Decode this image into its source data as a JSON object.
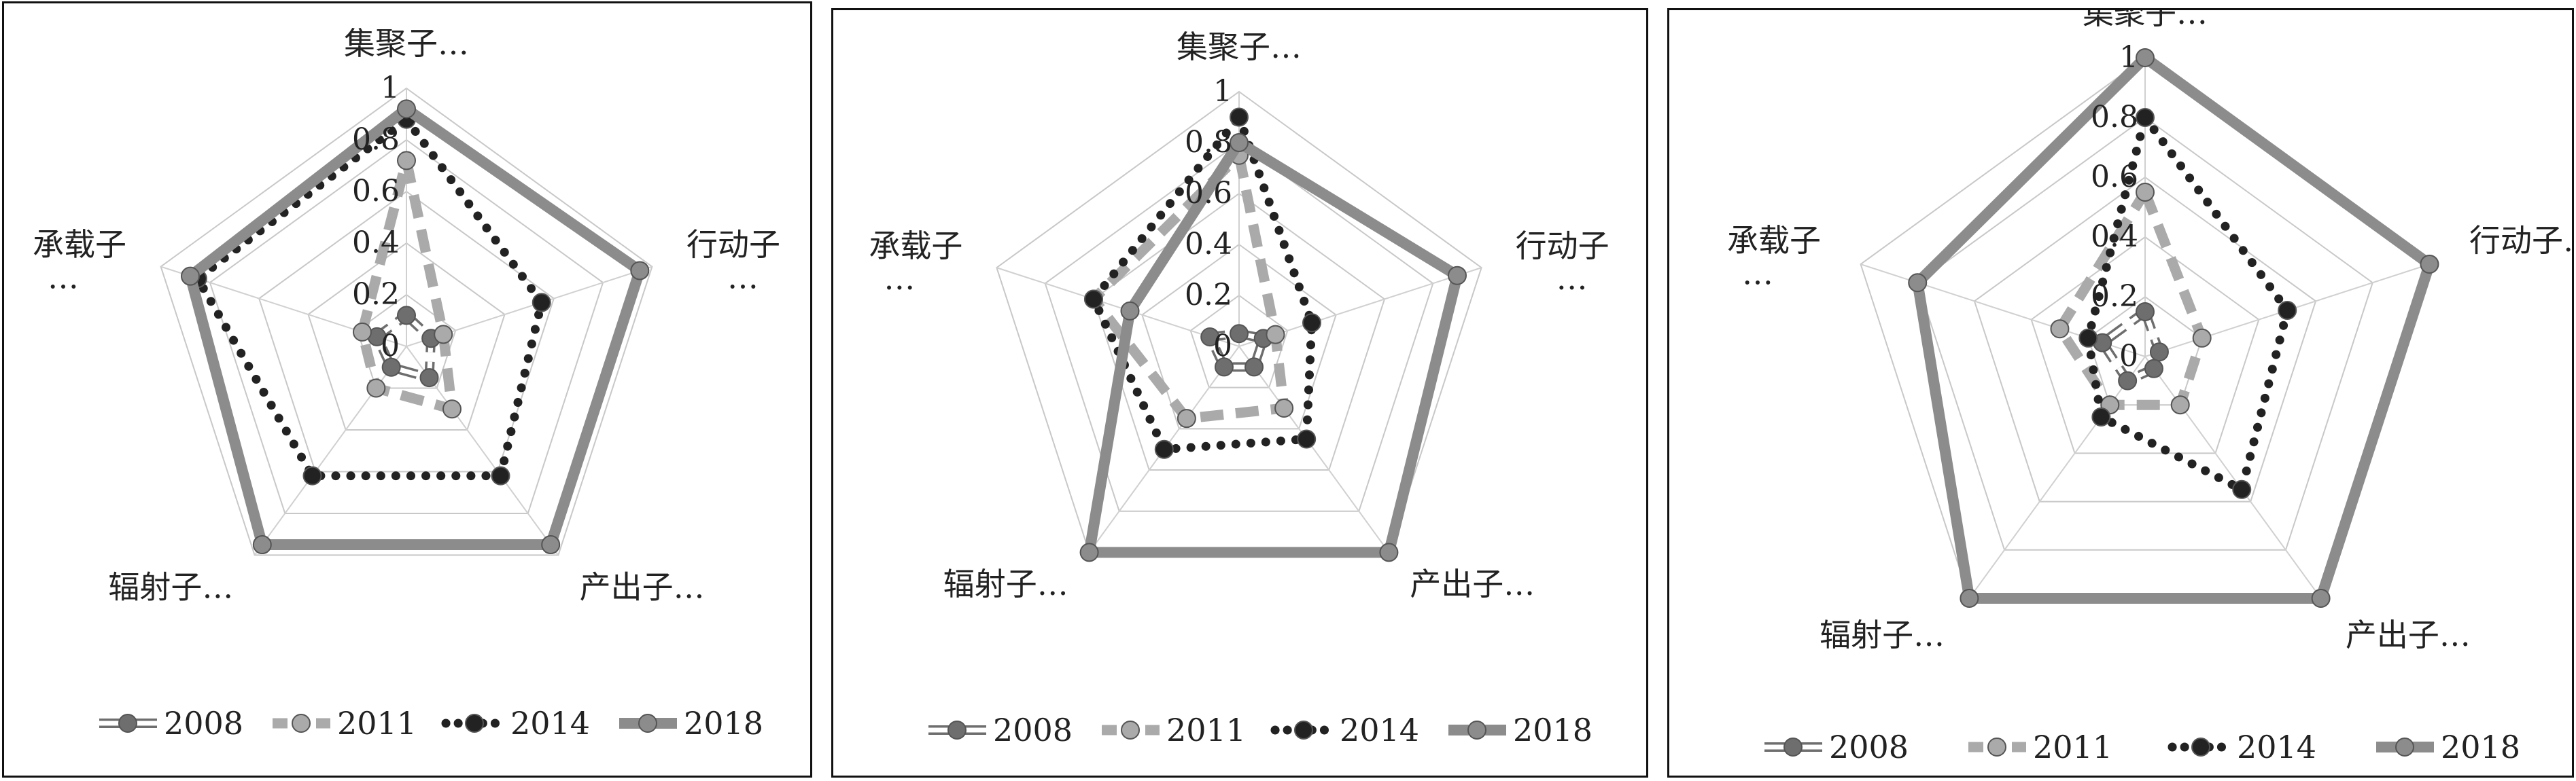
{
  "chart_data": [
    {
      "type": "radar",
      "axes": [
        "集聚子…",
        "行动子…",
        "产出子…",
        "辐射子…",
        "承载子…"
      ],
      "axis_display": [
        [
          "集聚子…"
        ],
        [
          "行动子",
          "…"
        ],
        [
          "产出子…"
        ],
        [
          "辐射子…"
        ],
        [
          "承载子",
          "…"
        ]
      ],
      "rlim": [
        0,
        1
      ],
      "ticks": [
        "0",
        "0.2",
        "0.4",
        "0.6",
        "0.8",
        "1"
      ],
      "series": [
        {
          "name": "2008",
          "values": [
            0.12,
            0.1,
            0.15,
            0.1,
            0.12
          ],
          "color": "#6e6e6e",
          "style": "double"
        },
        {
          "name": "2011",
          "values": [
            0.72,
            0.15,
            0.3,
            0.2,
            0.18
          ],
          "color": "#aaaaaa",
          "style": "dash"
        },
        {
          "name": "2014",
          "values": [
            0.88,
            0.55,
            0.62,
            0.62,
            0.85
          ],
          "color": "#222222",
          "style": "dot"
        },
        {
          "name": "2018",
          "values": [
            0.92,
            0.95,
            0.95,
            0.95,
            0.88
          ],
          "color": "#8c8c8c",
          "style": "solid"
        }
      ]
    },
    {
      "type": "radar",
      "axes": [
        "集聚子…",
        "行动子…",
        "产出子…",
        "辐射子…",
        "承载子…"
      ],
      "axis_display": [
        [
          "集聚子…"
        ],
        [
          "行动子",
          "…"
        ],
        [
          "产出子…"
        ],
        [
          "辐射子…"
        ],
        [
          "承载子",
          "…"
        ]
      ],
      "rlim": [
        0,
        1
      ],
      "ticks": [
        "0",
        "0.2",
        "0.4",
        "0.6",
        "0.8",
        "1"
      ],
      "series": [
        {
          "name": "2008",
          "values": [
            0.05,
            0.1,
            0.1,
            0.1,
            0.12
          ],
          "color": "#6e6e6e",
          "style": "double"
        },
        {
          "name": "2011",
          "values": [
            0.75,
            0.15,
            0.3,
            0.35,
            0.6
          ],
          "color": "#aaaaaa",
          "style": "dash"
        },
        {
          "name": "2014",
          "values": [
            0.9,
            0.3,
            0.45,
            0.5,
            0.6
          ],
          "color": "#222222",
          "style": "dot"
        },
        {
          "name": "2018",
          "values": [
            0.8,
            0.9,
            1.0,
            1.0,
            0.45
          ],
          "color": "#8c8c8c",
          "style": "solid"
        }
      ]
    },
    {
      "type": "radar",
      "axes": [
        "集聚子…",
        "行动子…",
        "产出子…",
        "辐射子…",
        "承载子…"
      ],
      "axis_display": [
        [
          "集聚子…"
        ],
        [
          "行动子…"
        ],
        [
          "产出子…"
        ],
        [
          "辐射子…"
        ],
        [
          "承载子",
          "…"
        ]
      ],
      "rlim": [
        0,
        1
      ],
      "ticks": [
        "0",
        "0.2",
        "0.4",
        "0.6",
        "0.8",
        "1"
      ],
      "series": [
        {
          "name": "2008",
          "values": [
            0.15,
            0.05,
            0.05,
            0.1,
            0.15
          ],
          "color": "#6e6e6e",
          "style": "double"
        },
        {
          "name": "2011",
          "values": [
            0.55,
            0.2,
            0.2,
            0.2,
            0.3
          ],
          "color": "#aaaaaa",
          "style": "dash"
        },
        {
          "name": "2014",
          "values": [
            0.8,
            0.5,
            0.55,
            0.25,
            0.2
          ],
          "color": "#222222",
          "style": "dot"
        },
        {
          "name": "2018",
          "values": [
            1.0,
            1.0,
            1.0,
            1.0,
            0.8
          ],
          "color": "#8c8c8c",
          "style": "solid"
        }
      ]
    }
  ]
}
